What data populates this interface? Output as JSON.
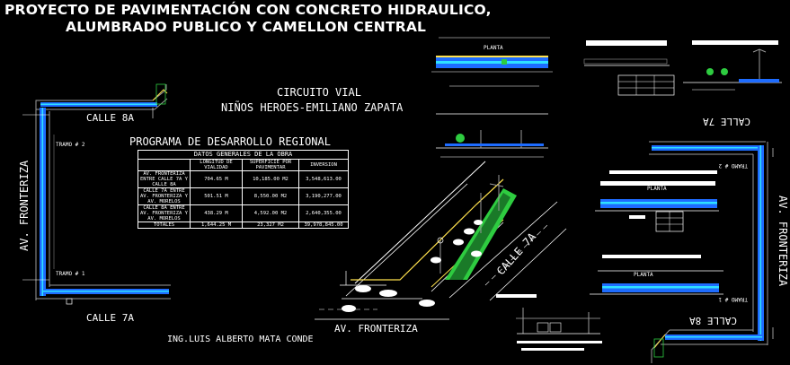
{
  "title_line1": "PROYECTO DE PAVIMENTACIÓN CON CONCRETO HIDRAULICO,",
  "title_line2": "ALUMBRADO PUBLICO  Y CAMELLON CENTRAL",
  "circuito_line1": "CIRCUITO VIAL",
  "circuito_line2": "NIÑOS HEROES-EMILIANO ZAPATA",
  "programa": "PROGRAMA DE DESARROLLO REGIONAL",
  "table": {
    "title": "DATOS GENERALES DE LA OBRA",
    "headers": [
      "",
      "LONGITUD DE VIALIDAD",
      "SUPERFICIE POR PAVIMENTAR",
      "INVERSION"
    ],
    "rows": [
      [
        "AV. FRONTERIZA ENTRE CALLE 7A Y CALLE 8A",
        "704.65 M",
        "10,185.00 M2",
        "3,548,613.00"
      ],
      [
        "CALLE 7A ENTRE AV. FRONTERIZA Y AV. MORELOS",
        "501.51 M",
        "8,550.00 M2",
        "3,190,277.00"
      ],
      [
        "CALLE 8A ENTRE AV. FRONTERIZA Y AV. MORELOS",
        "438.29 M",
        "4,592.00 M2",
        "2,640,355.00"
      ],
      [
        "TOTALES",
        "1,644.25 M",
        "23,327 M2",
        "39,978,845.00"
      ]
    ]
  },
  "labels": {
    "calle8a_left": "CALLE 8A",
    "calle7a_left": "CALLE 7A",
    "av_fronteriza_left": "AV. FRONTERIZA",
    "tramo2": "TRAMO # 2",
    "tramo1": "TRAMO # 1",
    "engineer": "ING.LUIS ALBERTO MATA CONDE",
    "av_fronteriza_persp": "AV. FRONTERIZA",
    "calle7a_persp": "CALLE 7A",
    "calle7a_right": "CALLE 7A",
    "calle8a_right": "CALLE 8A",
    "av_fronteriza_right": "AV. FRONTERIZA",
    "tramo1_right": "TRAMO # 1",
    "tramo2_right": "TRAMO # 2",
    "planta1": "PLANTA",
    "planta2": "PLANTA",
    "planta3": "PLANTA"
  },
  "colors": {
    "background": "#000000",
    "road_blue": "#1e6cff",
    "road_cyan": "#2fe0ff",
    "green": "#2ecc40",
    "yellow": "#ffe14d",
    "gray": "#9a9a9a"
  }
}
